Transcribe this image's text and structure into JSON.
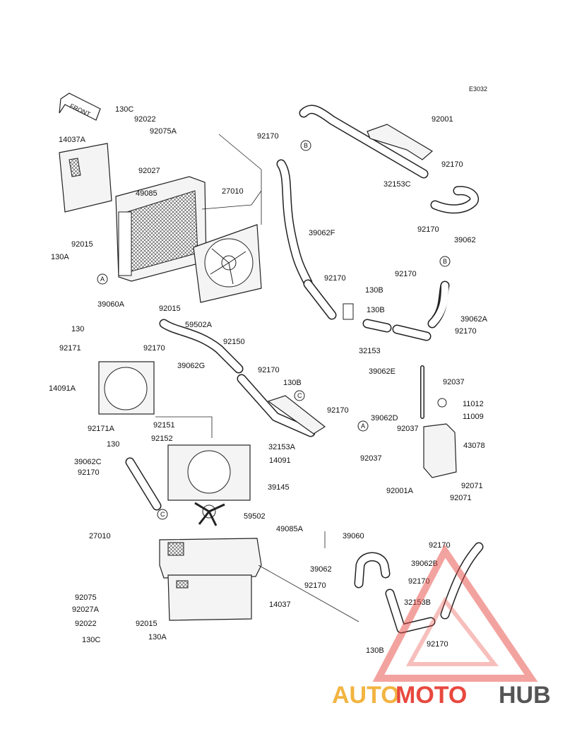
{
  "diagram_code": "E3032",
  "front_label": "FRONT",
  "ref_markers": [
    "A",
    "B",
    "C"
  ],
  "watermark": {
    "part1": "AUTO",
    "part2": "MOTO",
    "part3": "HUB",
    "color1": "#f2b441",
    "color2": "#e8483f",
    "color3": "#555555"
  },
  "labels": {
    "l130c_top": "130C",
    "l92022_top": "92022",
    "l92075a": "92075A",
    "l14037a": "14037A",
    "l92027": "92027",
    "l49085": "49085",
    "l27010_top": "27010",
    "l92170_top": "92170",
    "l92001": "92001",
    "l92170_r1": "92170",
    "l32153c": "32153C",
    "l92015_l": "92015",
    "l130a_l": "130A",
    "l39062f": "39062F",
    "l92170_r2": "92170",
    "l39062_r": "39062",
    "l92170_m": "92170",
    "l130b_m": "130B",
    "l92170_b": "92170",
    "l39062a": "39062A",
    "l130b_m2": "130B",
    "l92170_r3": "92170",
    "l39060a": "39060A",
    "l92015_m": "92015",
    "l59502a": "59502A",
    "l32153": "32153",
    "l130": "130",
    "l92150": "92150",
    "l92171": "92171",
    "l92170_m2": "92170",
    "l39062g": "39062G",
    "l92170_m3": "92170",
    "l39062e": "39062E",
    "l92037_a": "92037",
    "l14091a": "14091A",
    "l130b_m3": "130B",
    "l11012": "11012",
    "l92170_c": "92170",
    "l11009": "11009",
    "l39062d": "39062D",
    "l92037_b": "92037",
    "l92171a": "92171A",
    "l92151": "92151",
    "l32153a": "32153A",
    "l43078": "43078",
    "l130_b2": "130",
    "l92152": "92152",
    "l92037_c": "92037",
    "l39062c": "39062C",
    "l14091": "14091",
    "l92170_l2": "92170",
    "l39145": "39145",
    "l92001a": "92001A",
    "l92071_a": "92071",
    "l92071_b": "92071",
    "l59502": "59502",
    "l49085a": "49085A",
    "l39060": "39060",
    "l27010_b": "27010",
    "l92170_br1": "92170",
    "l39062_b": "39062",
    "l39062b": "39062B",
    "l92170_br2": "92170",
    "l92170_br3": "92170",
    "l92075": "92075",
    "l14037": "14037",
    "l32153b": "32153B",
    "l92027a": "92027A",
    "l92022_b": "92022",
    "l92015_b": "92015",
    "l92170_br4": "92170",
    "l130c_b": "130C",
    "l130a_b": "130A",
    "l130b_b": "130B"
  }
}
